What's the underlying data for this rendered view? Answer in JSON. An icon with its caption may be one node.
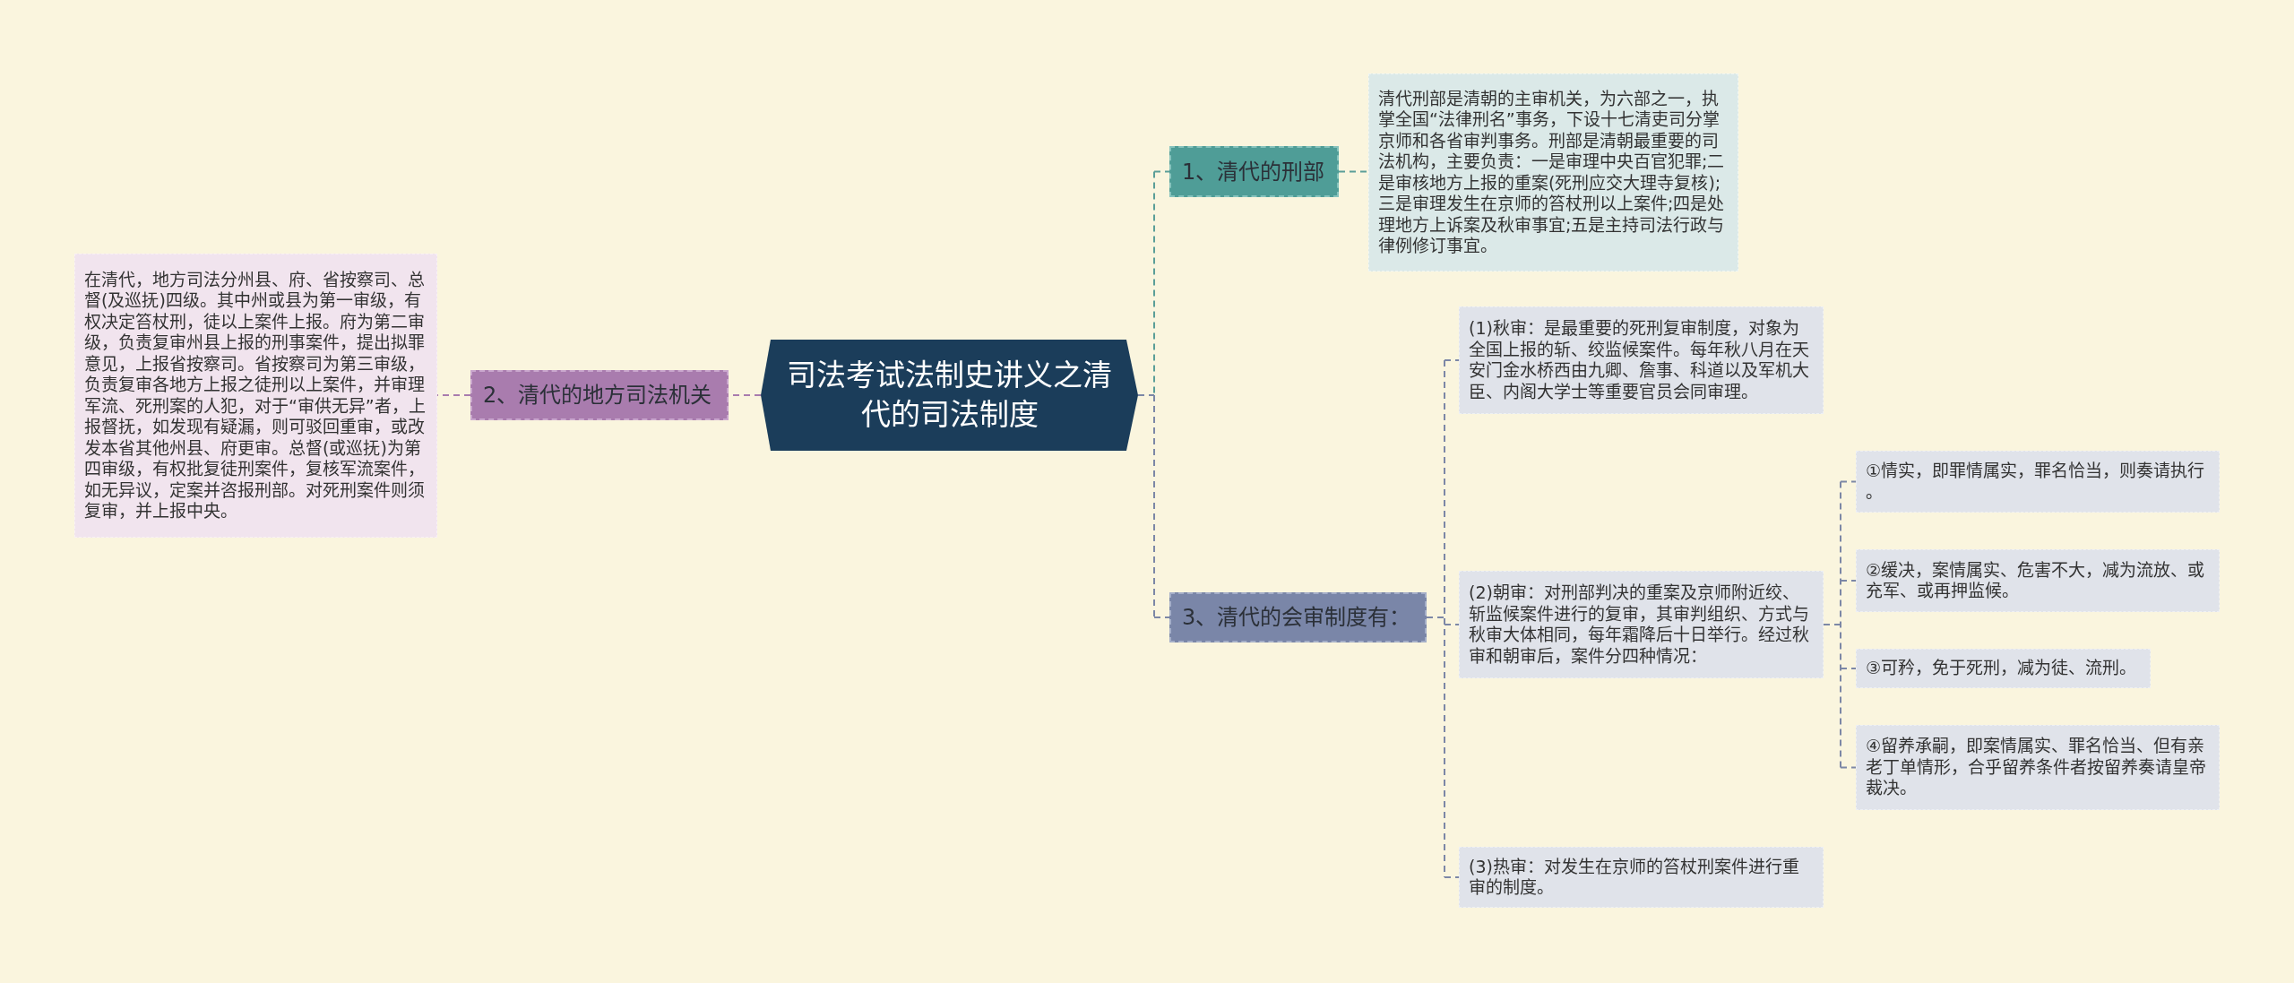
{
  "diagram": {
    "nodes": [
      {
        "text": [
          "司法考试法制史讲义之清代的司法制度"
        ]
      },
      {
        "text": [
          "1、清代的刑部"
        ]
      },
      {
        "text": [
          "清代刑部是清朝的主审机关，为六部之一，执掌全国“法律刑名”事务，下设十七清吏司分掌京师和各省审判事务。刑部是清朝最重要的司法机构，主要负责：一是审理中央百官犯罪;二是审核地方上报的重案(死刑应交大理寺复核);三是审理发生在京师的笞杖刑以上案件;四是处理地方上诉案及秋审事宜;五是主持司法行政与律例修订事宜。"
        ]
      },
      {
        "text": [
          "2、清代的地方司法机关"
        ]
      },
      {
        "text": [
          "在清代，地方司法分州县、府、省按察司、总督(及巡抚)四级。其中州或县为第一审级，有权决定笞杖刑，徒以上案件上报。府为第二审级，负责复审州县上报的刑事案件，提出拟罪意见，上报省按察司。省按察司为第三审级，负责复审各地方上报之徒刑以上案件，并审理军流、死刑案的人犯，对于“审供无异”者，上报督抚，如发现有疑漏，则可驳回重审，或改发本省其他州县、府更审。总督(或巡抚)为第四审级，有权批复徒刑案件，复核军流案件，如无异议，定案并咨报刑部。对死刑案件则须复审，并上报中央。"
        ]
      },
      {
        "text": [
          "3、清代的会审制度有："
        ]
      },
      {
        "text": [
          "(1)秋审：是最重要的死刑复审制度，对象为全国上报的斩、绞监候案件。每年秋八月在天安门金水桥西由九卿、詹事、科道以及军机大臣、内阁大学士等重要官员会同审理。"
        ]
      },
      {
        "text": [
          "(2)朝审：对刑部判决的重案及京师附近绞、斩监候案件进行的复审，其审判组织、方式与秋审大体相同，每年霜降后十日举行。经过秋审和朝审后，案件分四种情况："
        ]
      },
      {
        "text": [
          "①情实，即罪情属实，罪名恰当，则奏请执行。"
        ]
      },
      {
        "text": [
          "②缓决，案情属实、危害不大，减为流放、或充军、或再押监候。"
        ]
      },
      {
        "text": [
          "③可矜，免于死刑，减为徒、流刑。"
        ]
      },
      {
        "text": [
          "④留养承嗣，即案情属实、罪名恰当、但有亲老丁单情形，合乎留养条件者按留养奏请皇帝裁决。"
        ]
      },
      {
        "text": [
          "(3)热审：对发生在京师的笞杖刑案件进行重审的制度。"
        ]
      }
    ],
    "edges": [
      {
        "from": 0,
        "to": 1,
        "arrow": "none",
        "style": "dashed",
        "color": "#5a9e98"
      },
      {
        "from": 1,
        "to": 2,
        "arrow": "none",
        "style": "dashed",
        "color": "#5a9e98"
      },
      {
        "from": 0,
        "to": 3,
        "arrow": "none",
        "style": "dashed",
        "color": "#a97cae"
      },
      {
        "from": 3,
        "to": 4,
        "arrow": "none",
        "style": "dashed",
        "color": "#a97cae"
      },
      {
        "from": 0,
        "to": 5,
        "arrow": "none",
        "style": "dashed"
      },
      {
        "from": 5,
        "to": 6,
        "arrow": "none",
        "style": "dashed"
      },
      {
        "from": 5,
        "to": 7,
        "arrow": "none",
        "style": "dashed"
      },
      {
        "from": 5,
        "to": 12,
        "arrow": "none",
        "style": "dashed"
      },
      {
        "from": 7,
        "to": 8,
        "arrow": "none",
        "style": "dashed"
      },
      {
        "from": 7,
        "to": 9,
        "arrow": "none",
        "style": "dashed"
      },
      {
        "from": 7,
        "to": 10,
        "arrow": "none",
        "style": "dashed"
      },
      {
        "from": 7,
        "to": 11,
        "arrow": "none",
        "style": "dashed"
      }
    ]
  }
}
